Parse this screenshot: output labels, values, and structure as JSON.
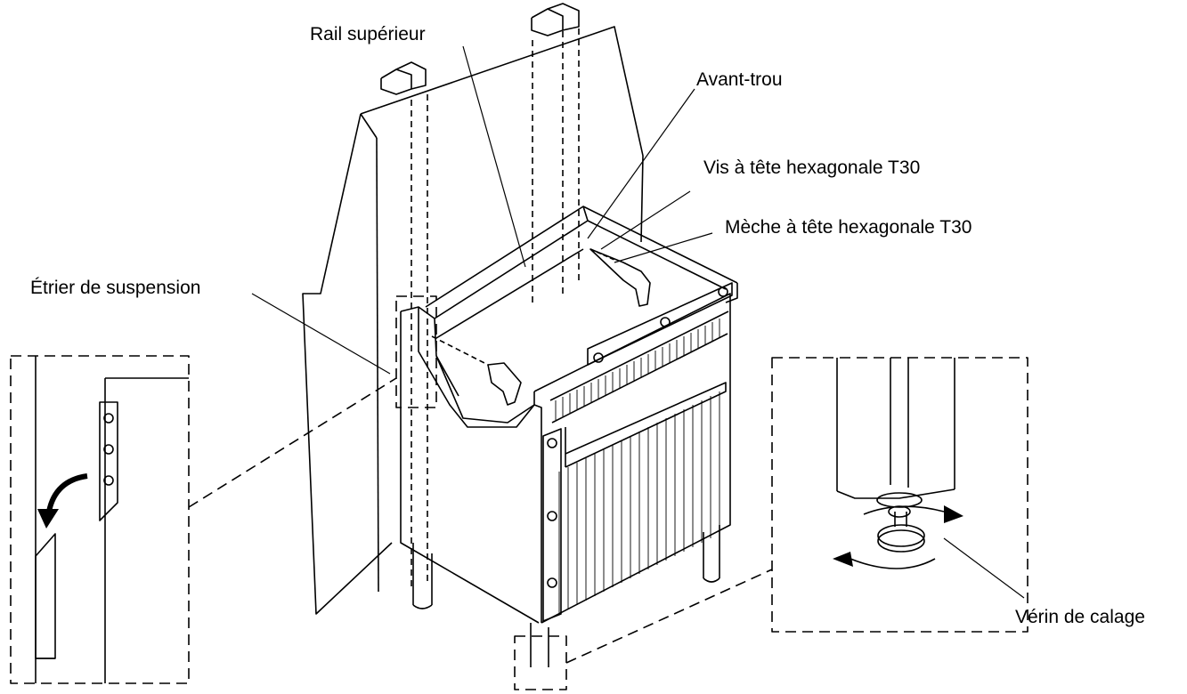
{
  "labels": {
    "top_rail": "Rail supérieur",
    "pilot_hole": "Avant-trou",
    "hex_screw": "Vis à tête hexagonale T30",
    "hex_bit": "Mèche à tête hexagonale T30",
    "hanging_bracket": "Étrier de suspension",
    "leveling_foot": "Vérin de calage"
  },
  "icons": {
    "left_detail_arrow": "curved-arrow-icon",
    "right_detail_arrows": "rotation-arrows-icon",
    "drill": "drill-icon"
  }
}
